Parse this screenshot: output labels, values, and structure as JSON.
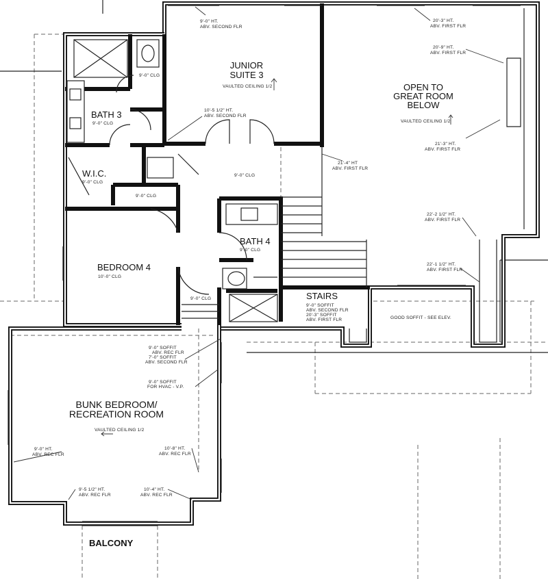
{
  "rooms": {
    "junior_suite": {
      "line1": "JUNIOR",
      "line2": "SUITE 3",
      "ceiling": "VAULTED CEILING 1/2"
    },
    "open_great": {
      "line1": "OPEN TO",
      "line2": "GREAT ROOM",
      "line3": "BELOW",
      "ceiling": "VAULTED CEILING 1/2"
    },
    "bath3": {
      "name": "BATH 3",
      "ceiling": "9'-0\" CLG"
    },
    "wic": {
      "name": "W.I.C.",
      "ceiling": "9'-0\" CLG"
    },
    "bedroom4": {
      "name": "BEDROOM 4",
      "ceiling": "10'-0\" CLG"
    },
    "bath4": {
      "name": "BATH 4",
      "ceiling": "9'-0\" CLG"
    },
    "stairs": {
      "name": "STAIRS",
      "s1": "9'-0\" SOFFIT",
      "s2": "ABV. SECOND FLR",
      "s3": "20'-3\" SOFFIT",
      "s4": "ABV. FIRST FLR"
    },
    "bunk": {
      "line1": "BUNK BEDROOM/",
      "line2": "RECREATION ROOM",
      "ceiling": "VAULTED CEILING 1/2"
    },
    "balcony": {
      "name": "BALCONY"
    }
  },
  "notes": {
    "n_js_ht": "9'-0\" HT.",
    "n_js_abv": "ABV. SECOND FLR",
    "n_wc_clg": "9'-0\" CLG",
    "n_20_3": "20'-3\" HT.",
    "n_20_3_abv": "ABV. FIRST FLR",
    "n_20_9": "20'-9\" HT.",
    "n_20_9_abv": "ABV. FIRST FLR",
    "n_10_5": "10'-5 1/2\" HT.",
    "n_10_5_abv": "ABV. SECOND FLR",
    "n_21_3": "21'-3\" HT.",
    "n_21_3_abv": "ABV. FIRST FLR",
    "n_21_4": "21'-4\" HT",
    "n_21_4_abv": "ABV. FIRST FLR",
    "n_hall_clg": "9'-0\" CLG",
    "n_hall2_clg": "9'-0\" CLG",
    "n_22_2": "22'-2 1/2\" HT.",
    "n_22_2_abv": "ABV. FIRST FLR",
    "n_22_1": "22'-1 1/2\" HT.",
    "n_22_1_abv": "ABV. FIRST FLR",
    "n_landing_clg": "9'-0\" CLG",
    "n_good_soffit": "GOOD SOFFIT - SEE ELEV.",
    "n_s1": "9'-0\" SOFFIT",
    "n_s1_abv": "ABV. REC FLR",
    "n_s2": "7'-0\" SOFFIT",
    "n_s2_abv": "ABV. SECOND FLR",
    "n_s3": "9'-0\" SOFFIT",
    "n_s3_abv": "FOR HVAC - V.P.",
    "n_9_0": "9'-0\" HT.",
    "n_9_0_abv": "ABV. REC FLR",
    "n_10_8": "10'-8\" HT.",
    "n_10_8_abv": "ABV. REC FLR",
    "n_9_5": "9'-5 1/2\" HT.",
    "n_9_5_abv": "ABV. REC FLR",
    "n_10_4": "10'-4\" HT.",
    "n_10_4_abv": "ABV. REC FLR"
  },
  "colors": {
    "line": "#111111",
    "background": "#ffffff"
  }
}
